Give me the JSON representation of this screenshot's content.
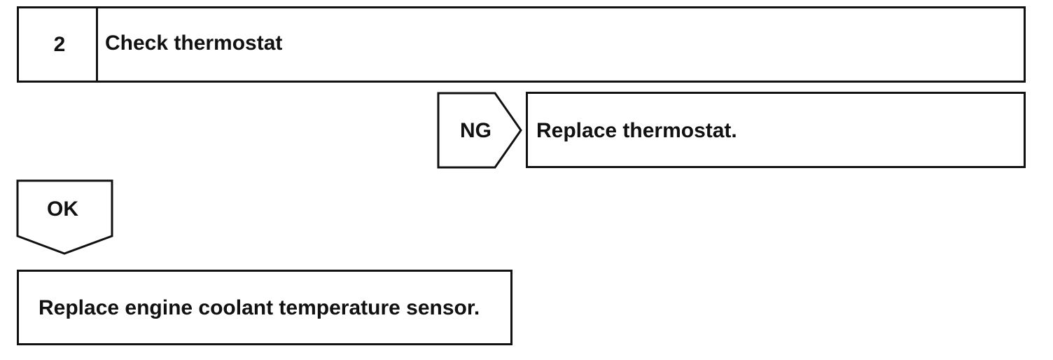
{
  "step": {
    "number": "2",
    "title": "Check thermostat"
  },
  "branches": {
    "ng": {
      "label": "NG",
      "action": "Replace thermostat."
    },
    "ok": {
      "label": "OK",
      "action": "Replace engine coolant temperature sensor."
    }
  }
}
